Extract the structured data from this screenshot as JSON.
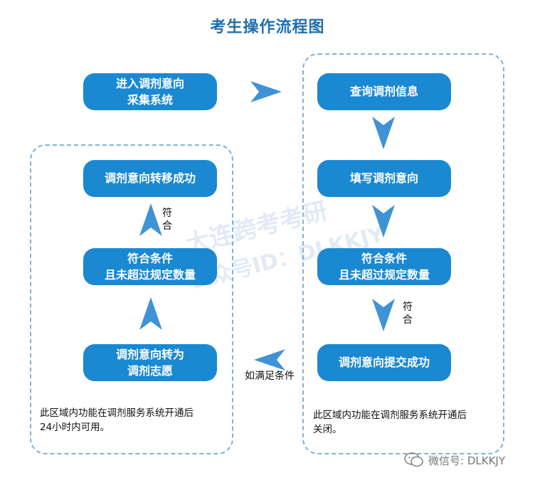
{
  "title": "考生操作流程图",
  "boxes": {
    "enter_system": [
      "进入调剂意向",
      "采集系统"
    ],
    "query_info": [
      "查询调剂信息"
    ],
    "fill_intent": [
      "填写调剂意向"
    ],
    "right_conditions": [
      "符合条件",
      "且未超过规定数量"
    ],
    "submit_success": [
      "调剂意向提交成功"
    ],
    "convert_volunteer": [
      "调剂意向转为",
      "调剂志愿"
    ],
    "left_conditions": [
      "符合条件",
      "且未超过规定数量"
    ],
    "transfer_success": [
      "调剂意向转移成功"
    ]
  },
  "labels": {
    "right_match": [
      "符",
      "合"
    ],
    "left_match": [
      "符",
      "合"
    ],
    "if_conditions": "如满足条件"
  },
  "notes": {
    "left": [
      "此区域内功能在调剂服务系统开通后",
      "24小时内可用。"
    ],
    "right": [
      "此区域内功能在调剂服务系统开通后",
      "关闭。"
    ]
  },
  "watermark": {
    "line1": "大连跨考考研",
    "line2": "公众号ID：DLKKJY"
  },
  "footer": {
    "wechat": "微信号: DLKKJY"
  },
  "colors": {
    "box": "#1b88d2",
    "arrow": "#3f92d6",
    "title": "#1f6fae",
    "region_border": "#7fb3d9"
  }
}
